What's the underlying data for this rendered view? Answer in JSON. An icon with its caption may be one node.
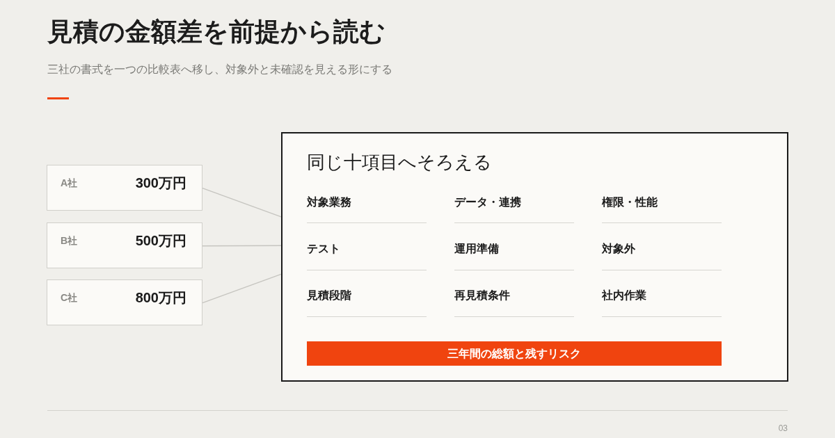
{
  "diagram": {
    "title": "見積の金額差を前提から読む",
    "nodes": [
      {
        "text": [
          "A社",
          "300万円"
        ]
      },
      {
        "text": [
          "B社",
          "500万円"
        ]
      },
      {
        "text": [
          "C社",
          "800万円"
        ]
      },
      {
        "text": [
          "同じ十項目へそろえる",
          "対象業務",
          "データ・連携",
          "権限・性能",
          "テスト",
          "運用準備",
          "対象外",
          "見積段階",
          "再見積条件",
          "社内作業"
        ]
      },
      {
        "text": [
          "三年間の総額と残すリスク"
        ],
        "in": 3
      }
    ],
    "edges": [
      {
        "from": 0,
        "to": 3,
        "arrow": "none"
      },
      {
        "from": 1,
        "to": 3,
        "arrow": "none"
      },
      {
        "from": 2,
        "to": 3,
        "arrow": "none"
      }
    ],
    "labels": [
      "三社の書式を一つの比較表へ移し、対象外と未確認を見える形にする",
      "03"
    ]
  }
}
